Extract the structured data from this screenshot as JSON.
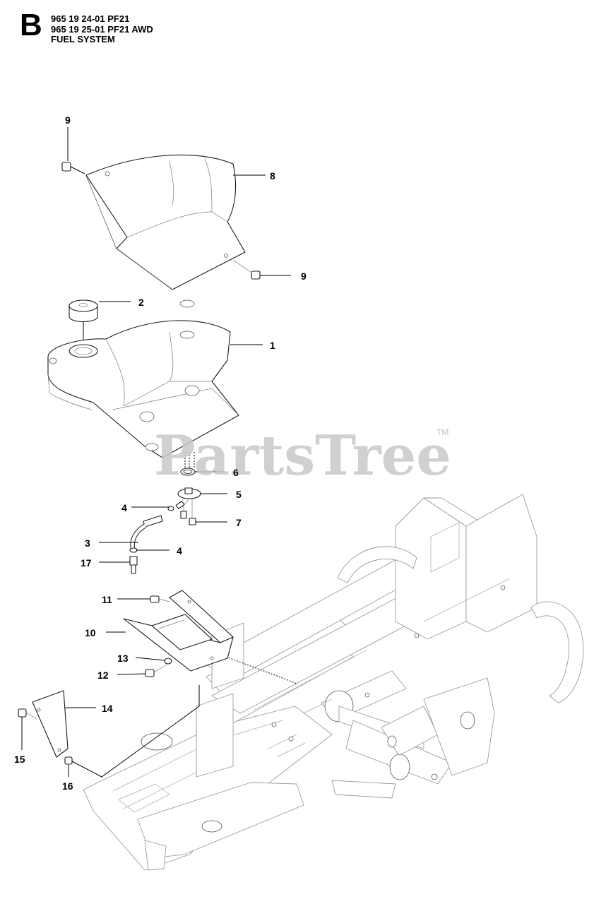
{
  "header": {
    "section_letter": "B",
    "lines": [
      "965 19 24-01 PF21",
      "965 19 25-01 PF21 AWD",
      "FUEL SYSTEM"
    ]
  },
  "watermark": {
    "text": "PartsTree",
    "trademark": "TM"
  },
  "callouts": [
    {
      "id": "c9a",
      "label": "9"
    },
    {
      "id": "c8",
      "label": "8"
    },
    {
      "id": "c9b",
      "label": "9"
    },
    {
      "id": "c2",
      "label": "2"
    },
    {
      "id": "c1",
      "label": "1"
    },
    {
      "id": "c6",
      "label": "6"
    },
    {
      "id": "c5",
      "label": "5"
    },
    {
      "id": "c4a",
      "label": "4"
    },
    {
      "id": "c7",
      "label": "7"
    },
    {
      "id": "c3",
      "label": "3"
    },
    {
      "id": "c4b",
      "label": "4"
    },
    {
      "id": "c17",
      "label": "17"
    },
    {
      "id": "c11",
      "label": "11"
    },
    {
      "id": "c10",
      "label": "10"
    },
    {
      "id": "c13",
      "label": "13"
    },
    {
      "id": "c12",
      "label": "12"
    },
    {
      "id": "c14",
      "label": "14"
    },
    {
      "id": "c15",
      "label": "15"
    },
    {
      "id": "c16",
      "label": "16"
    }
  ]
}
